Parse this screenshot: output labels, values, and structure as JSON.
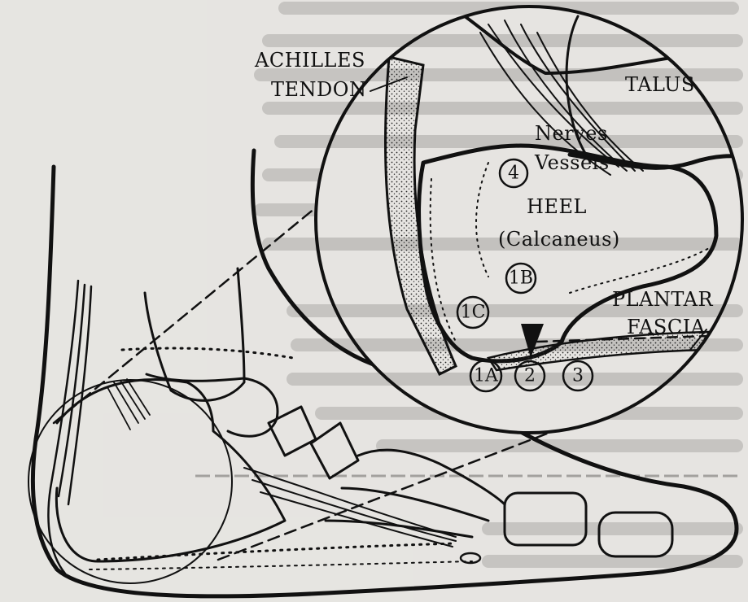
{
  "labels": {
    "achilles_line1": "ACHILLES",
    "achilles_line2": "TENDON",
    "talus": "TALUS",
    "nerves": "Nerves",
    "vessels": "Vessels",
    "heel": "HEEL",
    "calcaneus": "(Calcaneus)",
    "plantar_line1": "PLANTAR",
    "plantar_line2": "FASCIA"
  },
  "markers": [
    "1A",
    "1B",
    "1C",
    "2",
    "3",
    "4"
  ],
  "colors": {
    "background": "#e6e4e1",
    "ink": "#111111",
    "faded_print": "#b9b7b4"
  }
}
